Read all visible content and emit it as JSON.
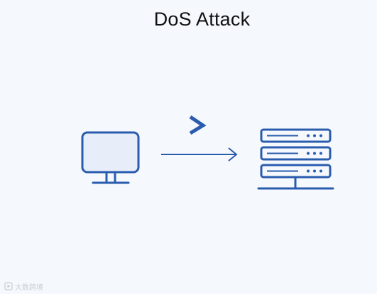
{
  "title": "DoS Attack",
  "colors": {
    "background": "#f5f8fd",
    "primary": "#2a5cae",
    "screen_fill": "#e8eef9",
    "watermark": "#c9cdd4"
  },
  "diagram": {
    "nodes": [
      {
        "id": "client",
        "icon": "monitor-icon"
      },
      {
        "id": "server",
        "icon": "server-rack-icon"
      }
    ],
    "edges": [
      {
        "from": "client",
        "to": "server",
        "icon": "arrow-right-icon"
      }
    ],
    "packet_icon": "chevron-right-icon"
  },
  "watermark": {
    "icon": "play-logo-icon",
    "text": "大数跨境"
  }
}
